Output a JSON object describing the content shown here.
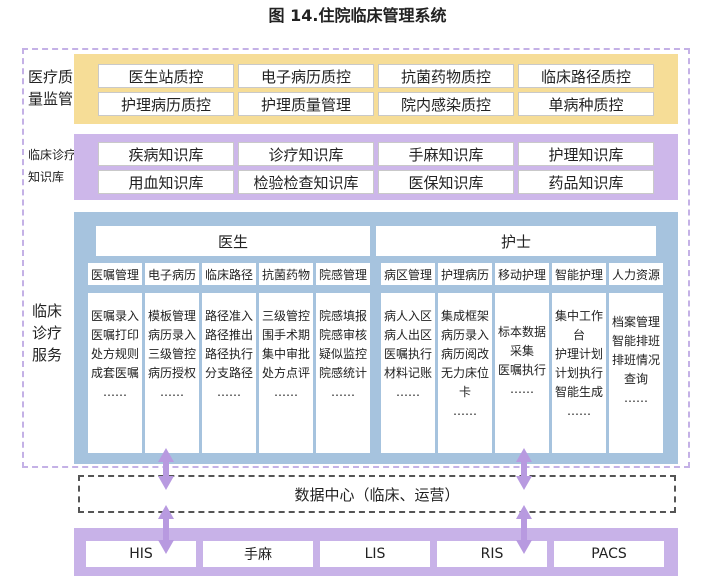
{
  "title": "图 14.住院临床管理系统",
  "quality": {
    "label_line1": "医疗质",
    "label_line2": "量监管",
    "row1": [
      "医生站质控",
      "电子病历质控",
      "抗菌药物质控",
      "临床路径质控"
    ],
    "row2": [
      "护理病历质控",
      "护理质量管理",
      "院内感染质控",
      "单病种质控"
    ]
  },
  "knowledge": {
    "label_line1": "临床诊疗",
    "label_line2": "知识库",
    "row1": [
      "疾病知识库",
      "诊疗知识库",
      "手麻知识库",
      "护理知识库"
    ],
    "row2": [
      "用血知识库",
      "检验检查知识库",
      "医保知识库",
      "药品知识库"
    ]
  },
  "clinical": {
    "label_line1": "临床",
    "label_line2": "诊疗",
    "label_line3": "服务",
    "doctor_header": "医生",
    "nurse_header": "护士",
    "modules": [
      {
        "name": "医嘱管理",
        "items": [
          "医嘱录入",
          "医嘱打印",
          "处方规则",
          "成套医嘱",
          "……"
        ]
      },
      {
        "name": "电子病历",
        "items": [
          "模板管理",
          "病历录入",
          "三级管控",
          "病历授权",
          "……"
        ]
      },
      {
        "name": "临床路径",
        "items": [
          "路径准入",
          "路径推出",
          "路径执行",
          "分支路径",
          "……"
        ]
      },
      {
        "name": "抗菌药物",
        "items": [
          "三级管控",
          "围手术期",
          "集中审批",
          "处方点评",
          "……"
        ]
      },
      {
        "name": "院感管理",
        "items": [
          "院感填报",
          "院感审核",
          "疑似监控",
          "院感统计",
          "……"
        ]
      },
      {
        "name": "病区管理",
        "items": [
          "病人入区",
          "病人出区",
          "医嘱执行",
          "材料记账",
          "……"
        ]
      },
      {
        "name": "护理病历",
        "items": [
          "集成框架",
          "病历录入",
          "病历阅改",
          "无力床位",
          "卡",
          "……"
        ]
      },
      {
        "name": "移动护理",
        "items": [
          "标本数据",
          "采集",
          "医嘱执行",
          "……"
        ]
      },
      {
        "name": "智能护理",
        "items": [
          "集中工作",
          "台",
          "护理计划",
          "计划执行",
          "智能生成",
          "……"
        ]
      },
      {
        "name": "人力资源",
        "items": [
          "档案管理",
          "智能排班",
          "排班情况",
          "查询",
          "……"
        ]
      }
    ]
  },
  "data_center": "数据中心（临床、运营）",
  "systems": [
    "HIS",
    "手麻",
    "LIS",
    "RIS",
    "PACS"
  ],
  "colors": {
    "quality_band": "#f6dd97",
    "knowledge_band": "#cdb7ea",
    "clinical_band": "#a6c3de",
    "arrow": "#b89ae0"
  }
}
